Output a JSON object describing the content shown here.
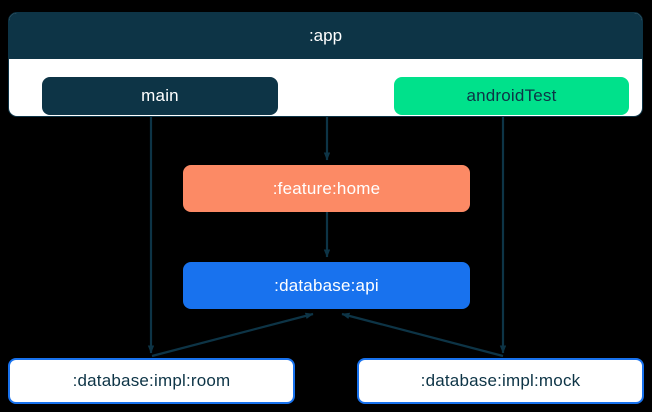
{
  "diagram": {
    "title": ":app",
    "type": "module-dependency-graph",
    "background_color": "#000000",
    "edge_color": "#0d3446",
    "clusters": [
      {
        "id": "app",
        "label": ":app",
        "header_color": "#0d3446",
        "body_color": "#ffffff",
        "source_sets": [
          {
            "id": "main",
            "label": "main",
            "fill": "#0d3446",
            "text_color": "#ffffff"
          },
          {
            "id": "androidTest",
            "label": "androidTest",
            "fill": "#00e18b",
            "text_color": "#0d3446"
          }
        ]
      }
    ],
    "nodes": [
      {
        "id": "feature-home",
        "label": ":feature:home",
        "fill": "#fc8a65",
        "text_color": "#ffffff"
      },
      {
        "id": "database-api",
        "label": ":database:api",
        "fill": "#1872ee",
        "text_color": "#ffffff"
      },
      {
        "id": "database-impl-room",
        "label": ":database:impl:room",
        "fill": "#ffffff",
        "text_color": "#0d3446",
        "border": "#1872ee"
      },
      {
        "id": "database-impl-mock",
        "label": ":database:impl:mock",
        "fill": "#ffffff",
        "text_color": "#0d3446",
        "border": "#1872ee"
      }
    ],
    "edges": [
      {
        "from": "app",
        "to": "feature-home"
      },
      {
        "from": "main",
        "to": "database-impl-room"
      },
      {
        "from": "androidTest",
        "to": "database-impl-mock"
      },
      {
        "from": "feature-home",
        "to": "database-api"
      },
      {
        "from": "database-impl-room",
        "to": "database-api"
      },
      {
        "from": "database-impl-mock",
        "to": "database-api"
      }
    ]
  }
}
